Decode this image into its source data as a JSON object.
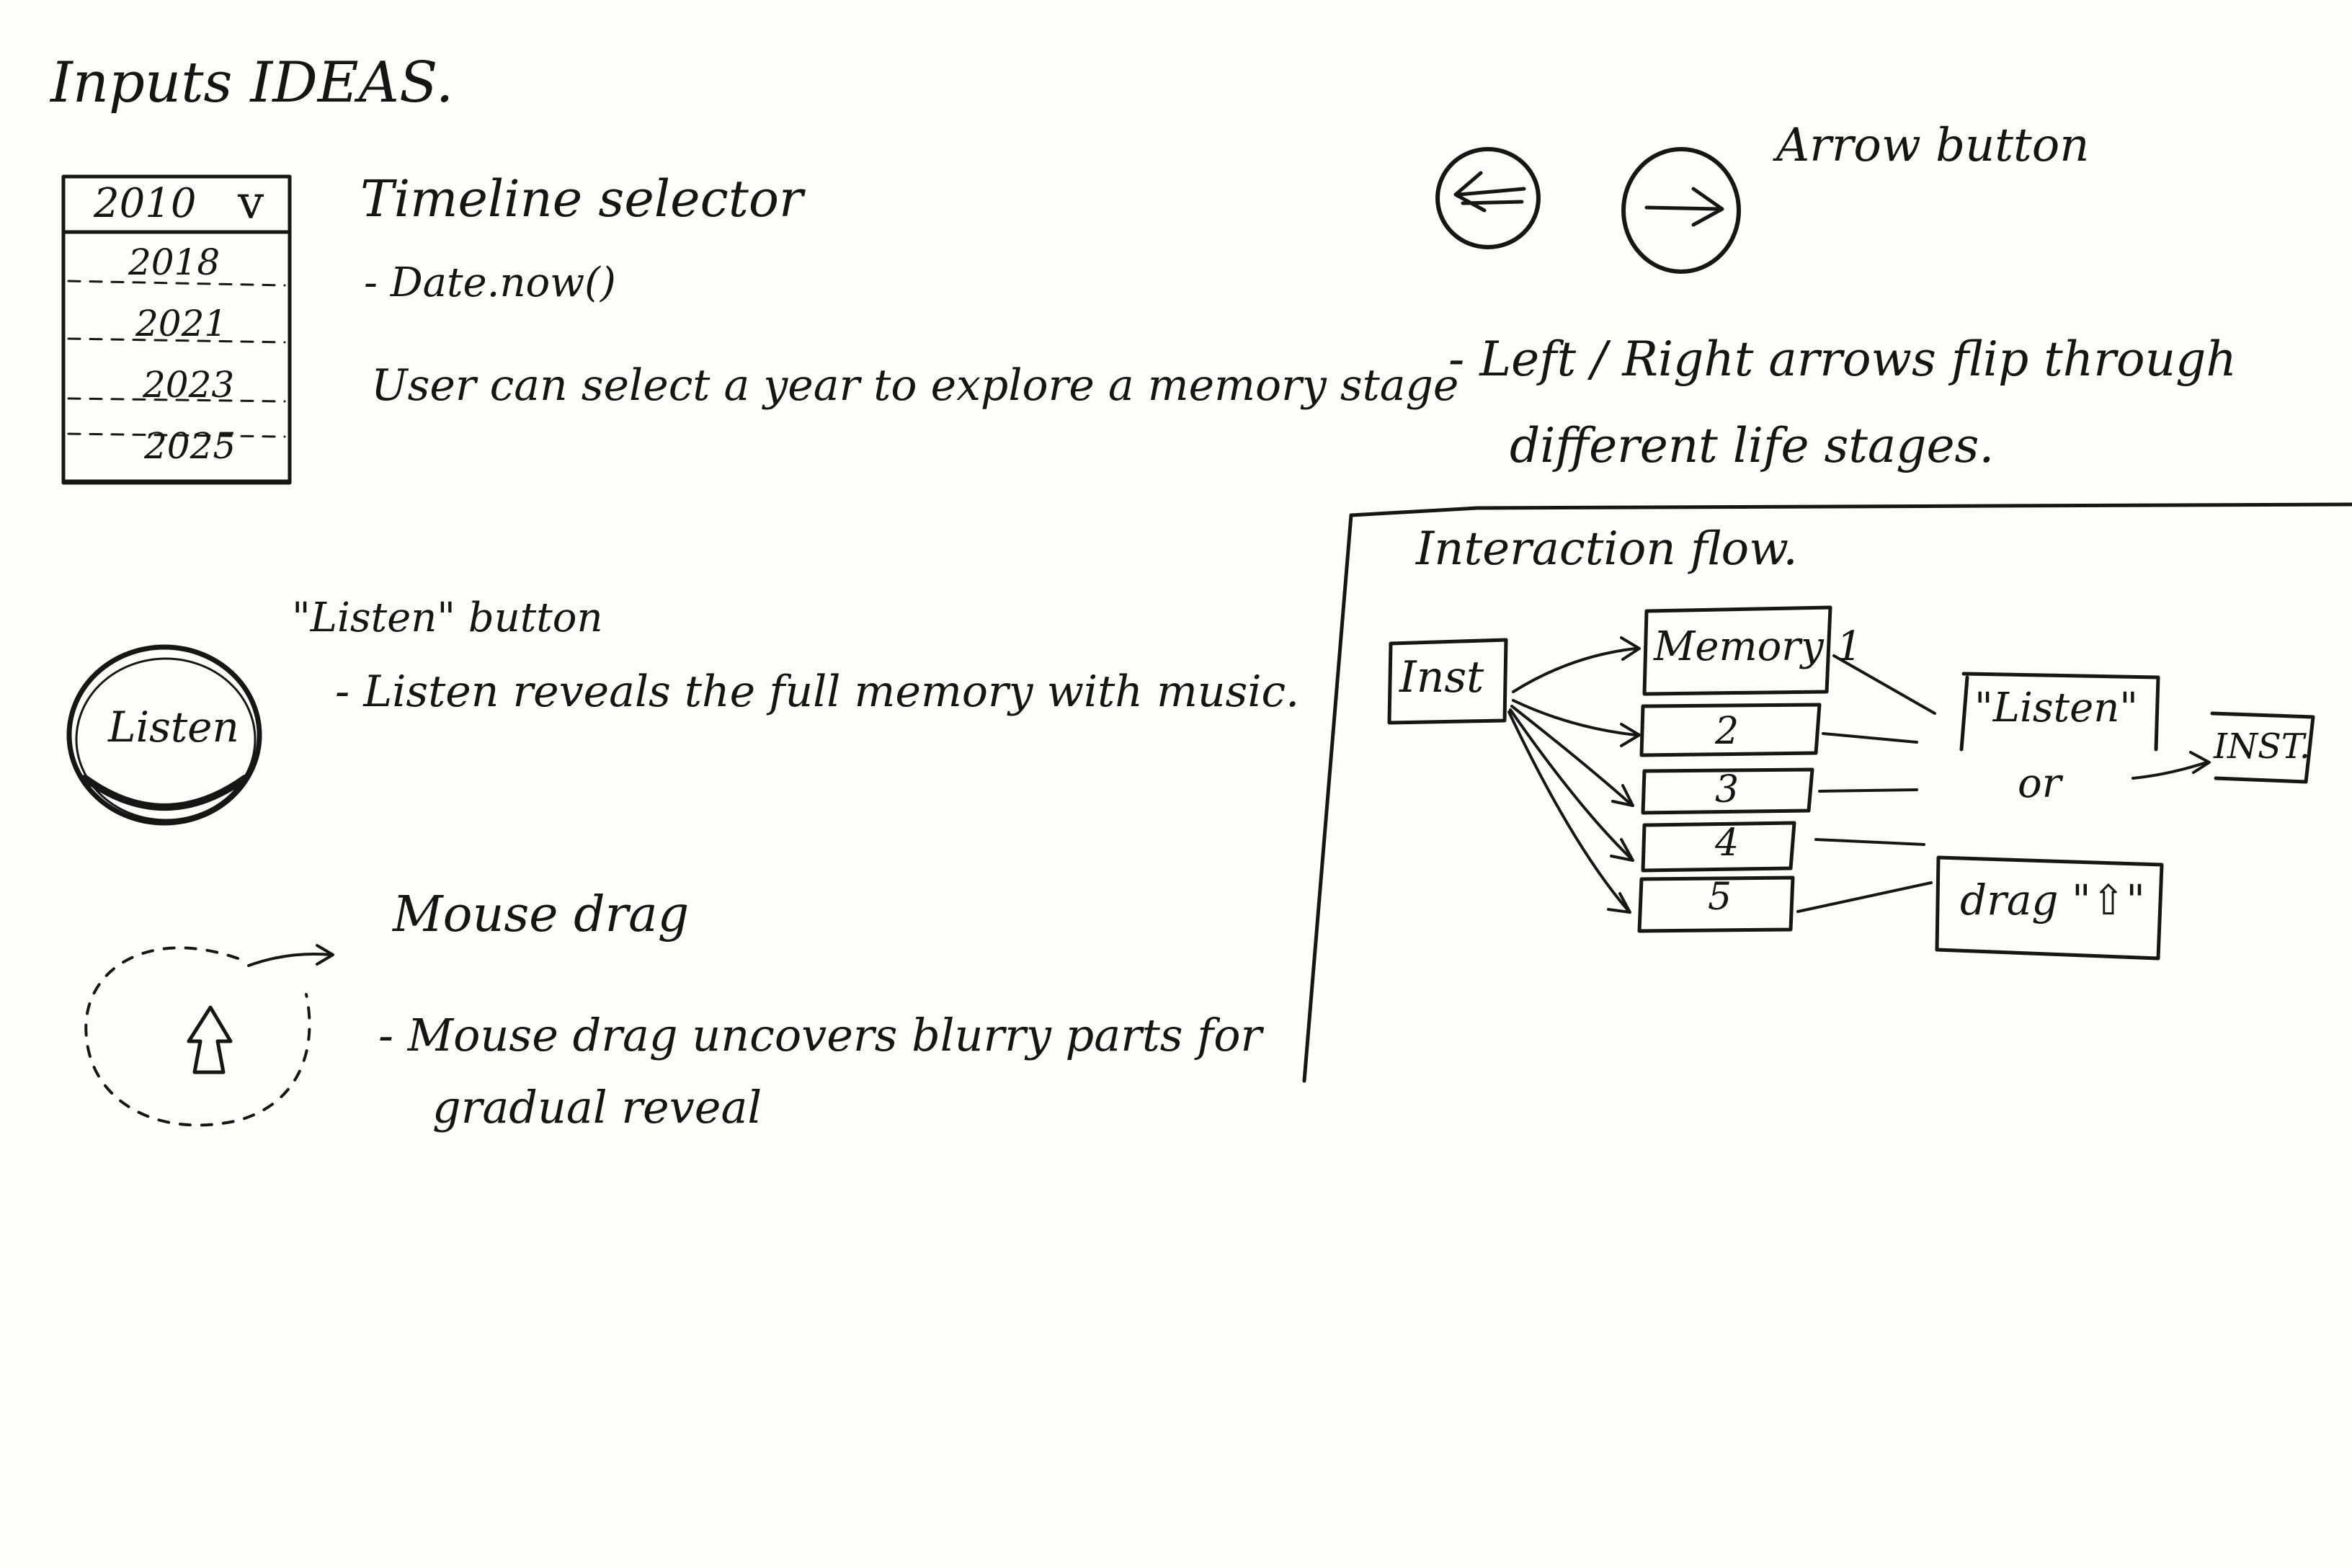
{
  "page_title": "Inputs IDEAS.",
  "timeline": {
    "selected": "2010",
    "chevron": "v",
    "options": [
      "2018",
      "2021",
      "2023",
      "2025"
    ],
    "title": "Timeline selector",
    "code": "- Date.now()",
    "desc": "User can select a year to explore a memory stage"
  },
  "listen": {
    "button_label": "Listen",
    "title": "\"Listen\" button",
    "desc": "- Listen reveals the full memory with music."
  },
  "mouse": {
    "title": "Mouse drag",
    "desc_line1": "- Mouse drag uncovers blurry parts for",
    "desc_line2": "gradual reveal"
  },
  "arrows": {
    "title": "Arrow button",
    "left_icon": "arrow-left-icon",
    "right_icon": "arrow-right-icon",
    "desc_line1": "- Left / Right arrows flip through",
    "desc_line2": "different life stages."
  },
  "flow": {
    "title": "Interaction flow.",
    "start": "Inst",
    "memories": [
      "Memory 1",
      "2",
      "3",
      "4",
      "5"
    ],
    "action_listen": "\"Listen\"",
    "or": "or",
    "action_drag": "drag \"⇧\"",
    "end": "INST."
  }
}
